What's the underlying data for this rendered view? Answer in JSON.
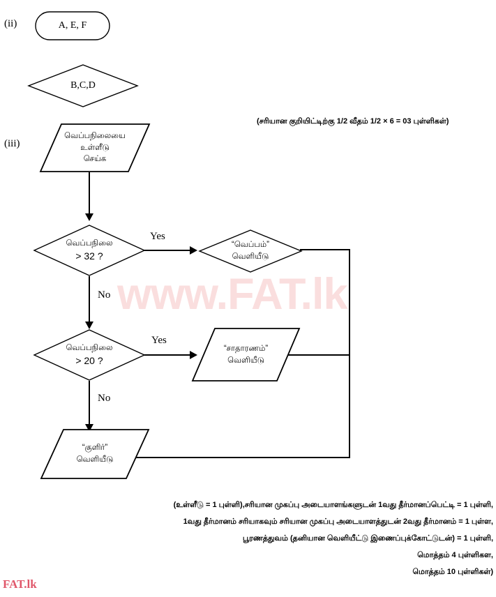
{
  "page": {
    "watermark": "www.FAT.lk",
    "footer_mark": "FAT.lk"
  },
  "part_ii": {
    "label": "(ii)",
    "terminator_text": "A, E, F",
    "decision_text": "B,C,D",
    "mark_note": "(சரியான குறியிட்டிற்கு    1/2 வீதம்  1/2 × 6 = 03  புள்ளிகள்)"
  },
  "part_iii": {
    "label": "(iii)",
    "flowchart": {
      "input": {
        "shape": "parallelogram",
        "line1": "வெப்பநிலையை",
        "line2": "உள்ளீடு",
        "line3": "செய்க"
      },
      "decision1": {
        "shape": "diamond",
        "line1": "வெப்பநிலை",
        "line2": "> 32 ?",
        "yes_label": "Yes",
        "no_label": "No"
      },
      "output_hot": {
        "shape": "diamond",
        "line1": "“வெப்பம்”",
        "line2": "வெளியீடு"
      },
      "decision2": {
        "shape": "diamond",
        "line1": "வெப்பநிலை",
        "line2": "> 20 ?",
        "yes_label": "Yes",
        "no_label": "No"
      },
      "output_normal": {
        "shape": "parallelogram",
        "line1": "“சாதாரணம்”",
        "line2": "வெளியீடு"
      },
      "output_cold": {
        "shape": "parallelogram",
        "line1": "“குளிர்”",
        "line2": "வெளியீடு"
      }
    },
    "marking": [
      "(உள்ளீடு  =  1  புள்ளி),சரியான முகப்பு அடையாளங்களுடன் 1வது தீர்மானப்பெட்டி  =  1  புள்ளி,",
      "1வது தீர்மானம் சரியாகவும் சரியான முகப்பு அடையாளத்துடன் 2வது தீர்மானம் = 1  புள்ள,",
      "பூரணத்துவம் (தனியான வெளியீட்டு இணைப்புக்கோட்டுடன்)  =  1  புள்ளி,",
      "மொத்தம்  4  புள்ளிகள,",
      "மொத்தம்  10  புள்ளிகள்)"
    ]
  }
}
